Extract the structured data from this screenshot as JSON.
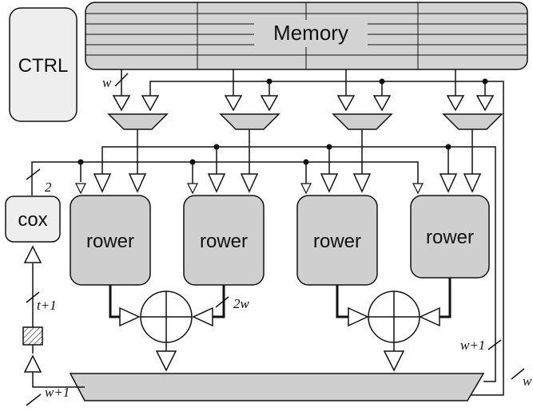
{
  "memory": {
    "label": "Memory"
  },
  "ctrl": {
    "label": "CTRL"
  },
  "cox": {
    "label": "cox"
  },
  "rowers": [
    {
      "label": "rower"
    },
    {
      "label": "rower"
    },
    {
      "label": "rower"
    },
    {
      "label": "rower"
    }
  ],
  "widths": {
    "w_mem": "w",
    "cox_bus": "2",
    "adder_out": "2w",
    "cox_in": "t+1",
    "feedback": "w+1",
    "bottom_left": "w+1",
    "right_edge": "w"
  },
  "colors": {
    "block_fill": "#cfcfcf",
    "memory_fill": "#d3d3d3",
    "ctrl_fill": "#eeeeee",
    "cox_fill": "#eeeeee",
    "stroke": "#111111"
  }
}
